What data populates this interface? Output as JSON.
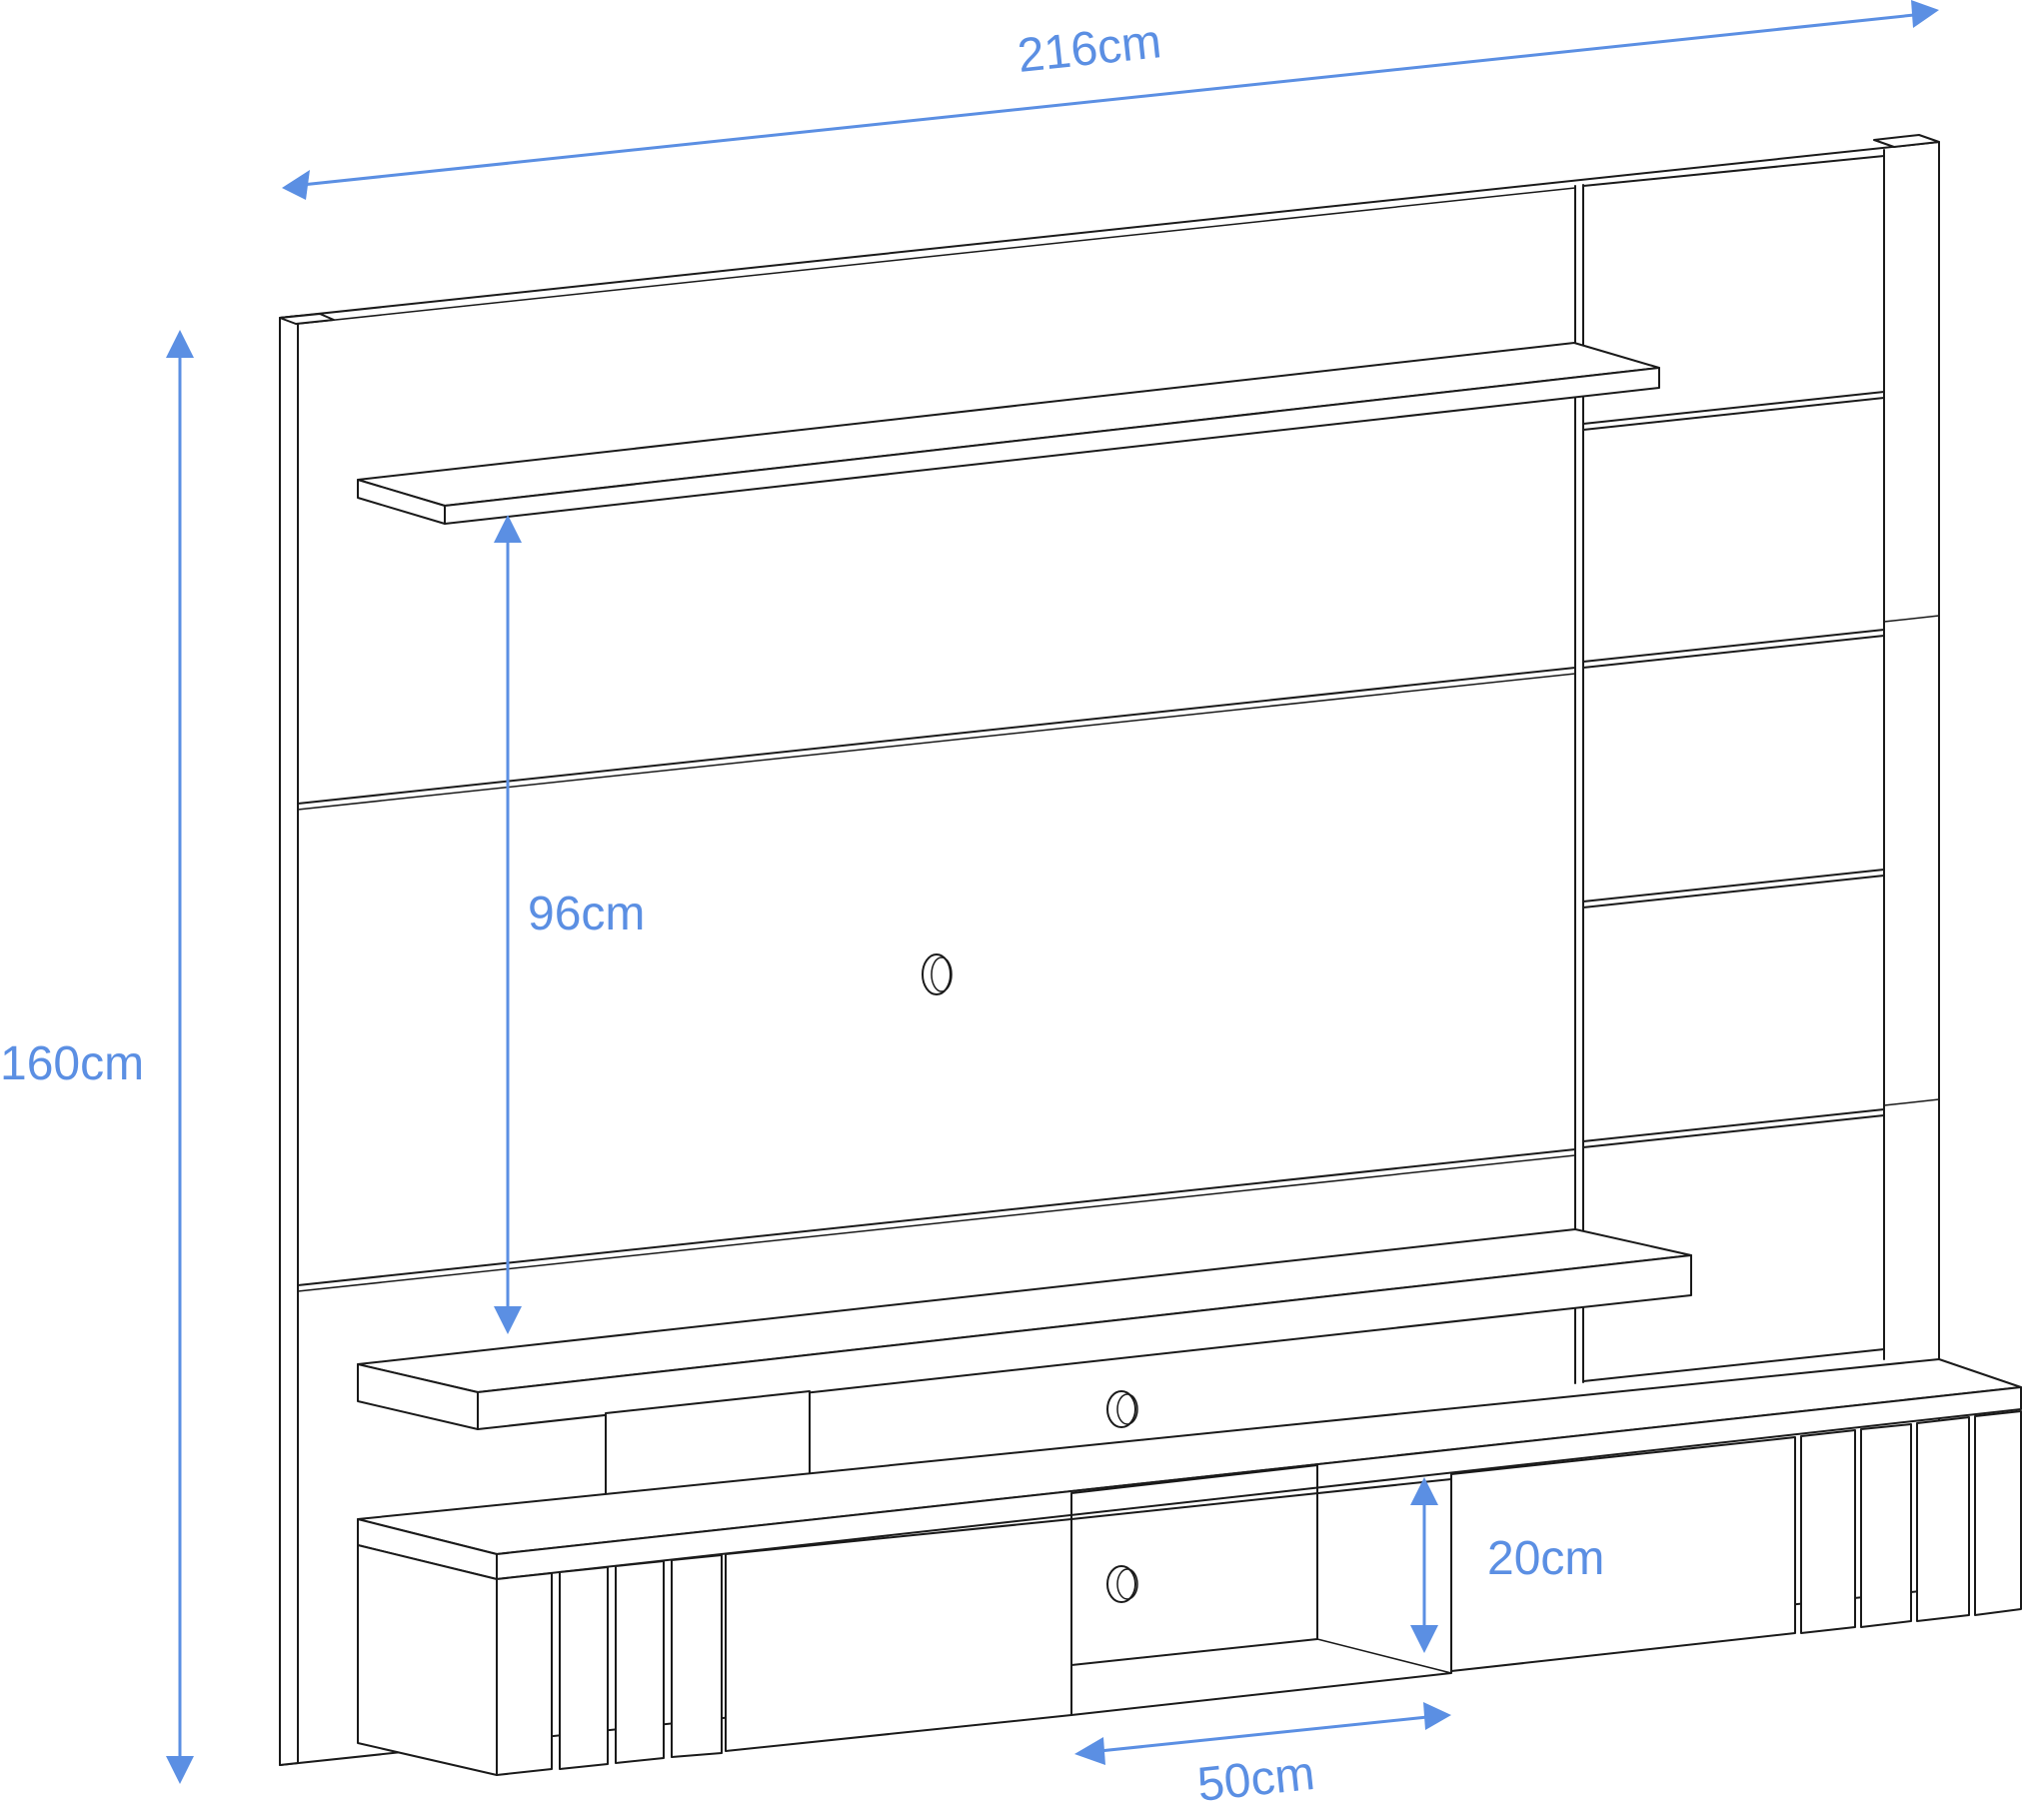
{
  "diagram": {
    "dimensions": {
      "width_label": "216cm",
      "height_label": "160cm",
      "shelf_spacing_label": "96cm",
      "niche_height_label": "20cm",
      "niche_width_label": "50cm"
    },
    "colors": {
      "dimension": "#5b8fe3",
      "outline": "#1a1a1a",
      "background": "#ffffff"
    }
  }
}
